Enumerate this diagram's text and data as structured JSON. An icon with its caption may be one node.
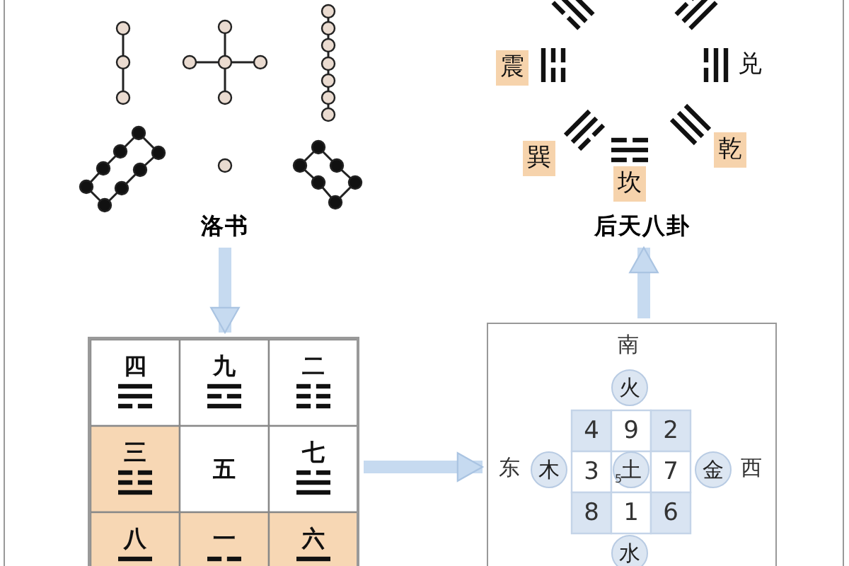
{
  "diagram": {
    "nodes": [
      {
        "text": [
          "洛书"
        ]
      },
      {
        "text": [
          "后天八卦"
        ]
      },
      {
        "text": [],
        "shape": "box"
      },
      {
        "text": [],
        "shape": "box"
      },
      {
        "text": [
          "火"
        ],
        "in": 3
      },
      {
        "text": [
          "木"
        ],
        "in": 3
      },
      {
        "text": [
          "土"
        ],
        "in": 3
      },
      {
        "text": [
          "金"
        ],
        "in": 3
      },
      {
        "text": [
          "水"
        ],
        "in": 3
      }
    ],
    "edges": [
      {
        "from": 0,
        "to": 2,
        "arrow": "to"
      },
      {
        "from": 2,
        "to": 3,
        "arrow": "to"
      },
      {
        "from": 3,
        "to": 1,
        "arrow": "to"
      }
    ],
    "labels": [
      "震",
      "兑",
      "巽",
      "坎",
      "乾",
      "四",
      "九",
      "二",
      "三",
      "五",
      "七",
      "八",
      "一",
      "六",
      "南",
      "东",
      "西",
      "4",
      "9",
      "2",
      "3",
      "5",
      "7",
      "8",
      "1",
      "6"
    ]
  }
}
